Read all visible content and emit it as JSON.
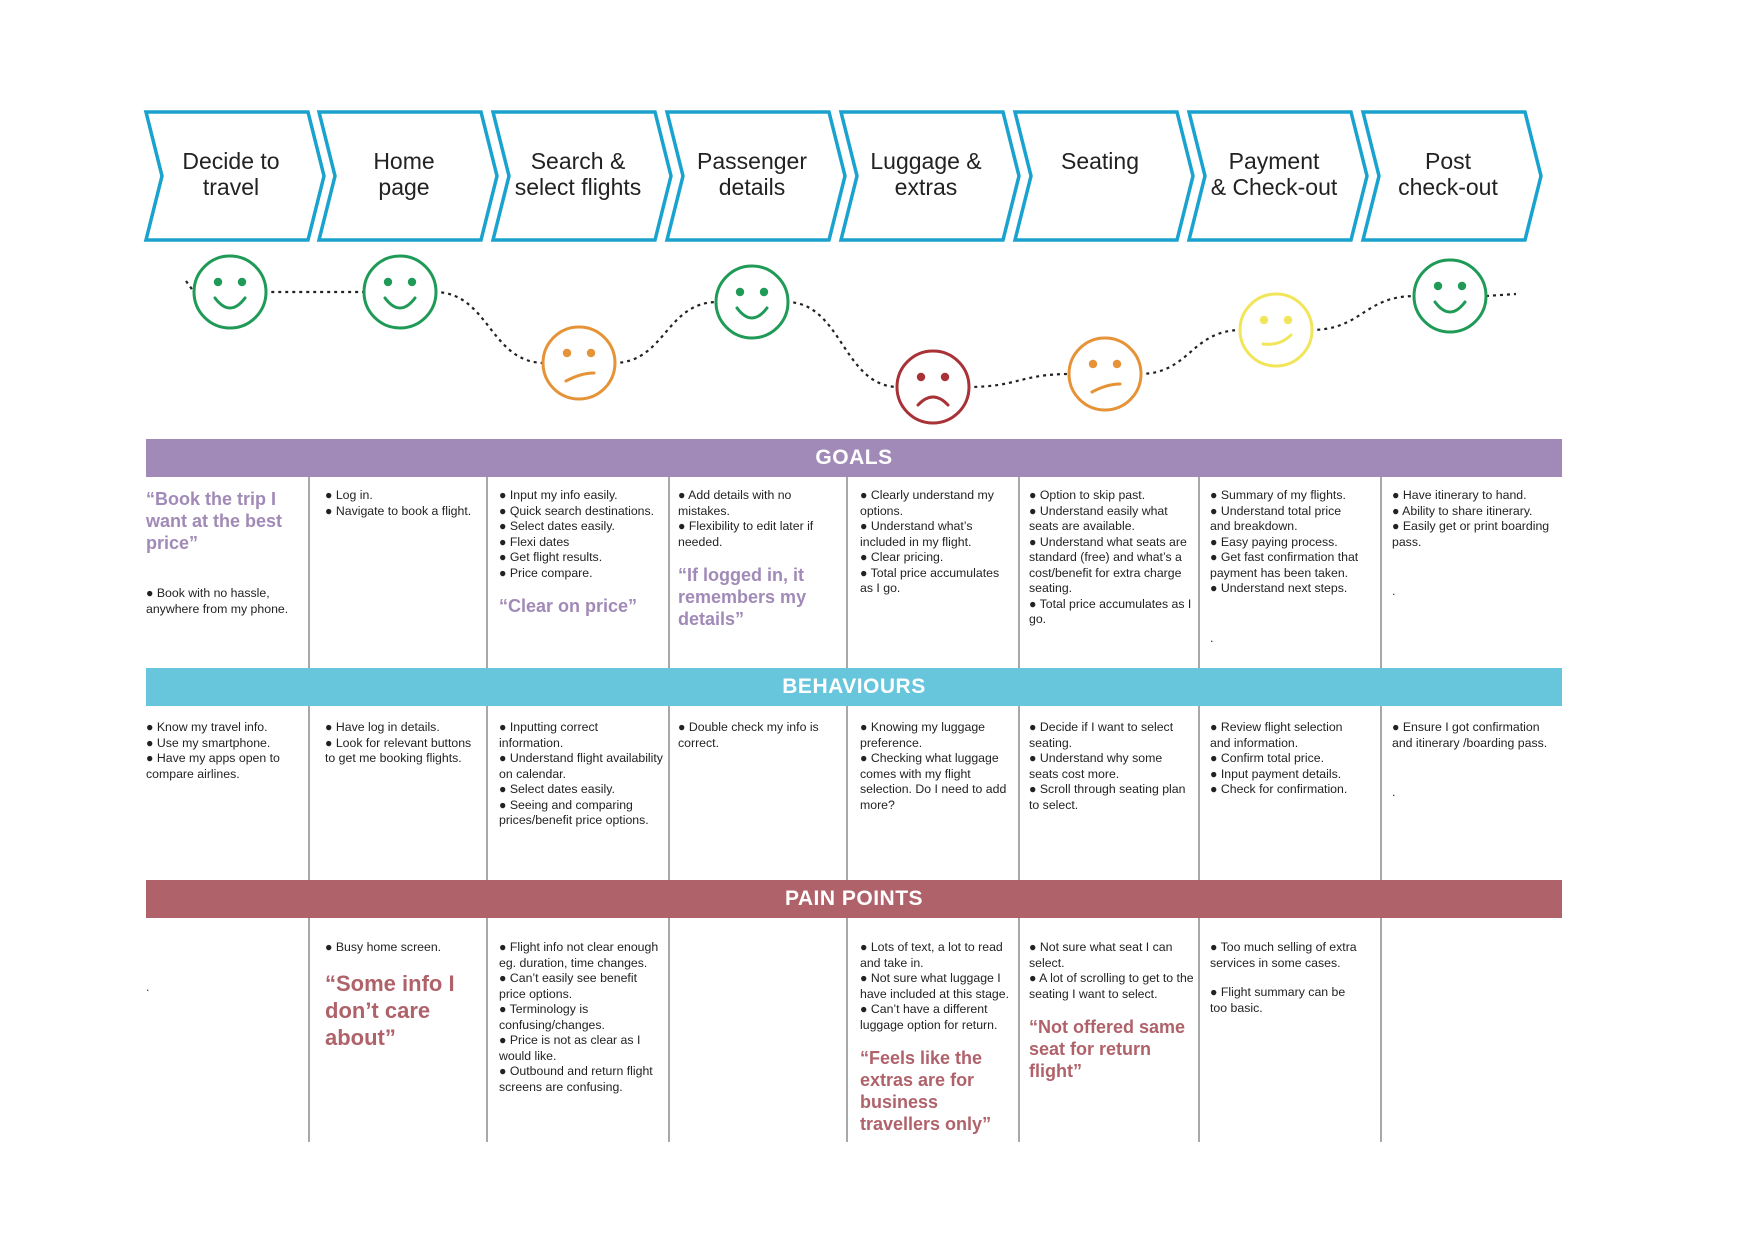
{
  "stages": [
    {
      "label": "Decide to\ntravel"
    },
    {
      "label": "Home\npage"
    },
    {
      "label": "Search &\nselect flights"
    },
    {
      "label": "Passenger\ndetails"
    },
    {
      "label": "Luggage &\nextras"
    },
    {
      "label": "Seating"
    },
    {
      "label": "Payment\n& Check-out"
    },
    {
      "label": "Post\ncheck-out"
    }
  ],
  "emotions": [
    "happy",
    "happy",
    "unsatisfied",
    "happy",
    "sad",
    "unsatisfied",
    "neutral-happy",
    "happy"
  ],
  "colors": {
    "arrow_stroke": "#1aa2cf",
    "happy": "#1f9a57",
    "unsatisfied": "#e69338",
    "sad": "#a83236",
    "neutral_happy": "#f1e55a",
    "goals_band": "#a18ab7",
    "behaviours_band": "#67c5dc",
    "pain_band": "#b0626a"
  },
  "sections": {
    "goals": {
      "title": "GOALS",
      "cells": [
        {
          "quote": "“Book the trip I want at the best price”",
          "items": [
            "● Book with no hassle, anywhere from my phone."
          ]
        },
        {
          "items": [
            "● Log in.",
            "● Navigate to book a flight."
          ]
        },
        {
          "items": [
            "● Input my info easily.",
            "● Quick search destinations.",
            "● Select dates easily.",
            "● Flexi dates",
            "● Get flight results.",
            "● Price compare."
          ],
          "quote_after": "“Clear on price”"
        },
        {
          "items": [
            "● Add details with no mistakes.",
            "● Flexibility to edit later if needed."
          ],
          "quote_after": "“If logged in, it remembers my details”"
        },
        {
          "items": [
            "● Clearly understand my options.",
            "● Understand what’s included in my flight.",
            "● Clear pricing.",
            "● Total price accumulates as I go."
          ]
        },
        {
          "items": [
            "● Option to skip past.",
            "● Understand easily what seats are available.",
            "● Understand what seats are standard (free) and what’s a cost/benefit for extra charge seating.",
            "● Total price accumulates as I go."
          ]
        },
        {
          "items": [
            "● Summary of my flights.",
            "● Understand total price and breakdown.",
            "● Easy paying process.",
            "● Get fast confirmation that payment has been taken.",
            "● Understand next steps."
          ],
          "note": "."
        },
        {
          "items": [
            "● Have itinerary to hand.",
            "● Ability to share itinerary.",
            "● Easily get or print boarding pass."
          ],
          "note": "."
        }
      ]
    },
    "behaviours": {
      "title": "BEHAVIOURS",
      "cells": [
        {
          "items": [
            "● Know my travel info.",
            "● Use my smartphone.",
            "● Have my apps open to compare airlines."
          ]
        },
        {
          "items": [
            "● Have log in details.",
            "● Look for relevant buttons to get me booking flights."
          ]
        },
        {
          "items": [
            "● Inputting correct information.",
            "● Understand flight availability on calendar.",
            "● Select dates easily.",
            "● Seeing and comparing prices/benefit price options."
          ]
        },
        {
          "items": [
            "● Double check my info is correct."
          ]
        },
        {
          "items": [
            "● Knowing my luggage preference.",
            "● Checking what luggage comes with my flight selection. Do I need to add more?"
          ]
        },
        {
          "items": [
            "● Decide if I want to select seating.",
            "● Understand why some seats cost more.",
            "● Scroll through seating plan to select."
          ]
        },
        {
          "items": [
            "● Review flight selection and information.",
            "● Confirm total price.",
            "● Input payment details.",
            "● Check for confirmation."
          ]
        },
        {
          "items": [
            "● Ensure I got confirmation and itinerary /boarding pass."
          ],
          "note": "."
        }
      ]
    },
    "pain_points": {
      "title": "PAIN POINTS",
      "cells": [
        {
          "items": [],
          "note": "."
        },
        {
          "items": [
            "● Busy home screen."
          ],
          "quote_after": "“Some info I don’t care about”"
        },
        {
          "items": [
            "● Flight info not clear enough eg. duration, time changes.",
            "● Can’t easily see benefit price options.",
            "● Terminology is confusing/changes.",
            "● Price is not as clear as I would like.",
            "● Outbound and return flight screens are confusing."
          ]
        },
        {
          "items": []
        },
        {
          "items": [
            "● Lots of text, a lot to read and take in.",
            "● Not sure what luggage I have included at this stage.",
            "● Can’t have a different luggage option for return."
          ],
          "quote_after": "“Feels like the extras are for business travellers only”"
        },
        {
          "items": [
            "● Not sure what seat I can select.",
            "● A lot of scrolling to get to the seating I want to select."
          ],
          "quote_after": "“Not offered same seat for return flight”"
        },
        {
          "items": [
            "● Too much selling of extra services in some cases.",
            "● Flight summary can be too basic."
          ]
        },
        {
          "items": []
        }
      ]
    }
  }
}
